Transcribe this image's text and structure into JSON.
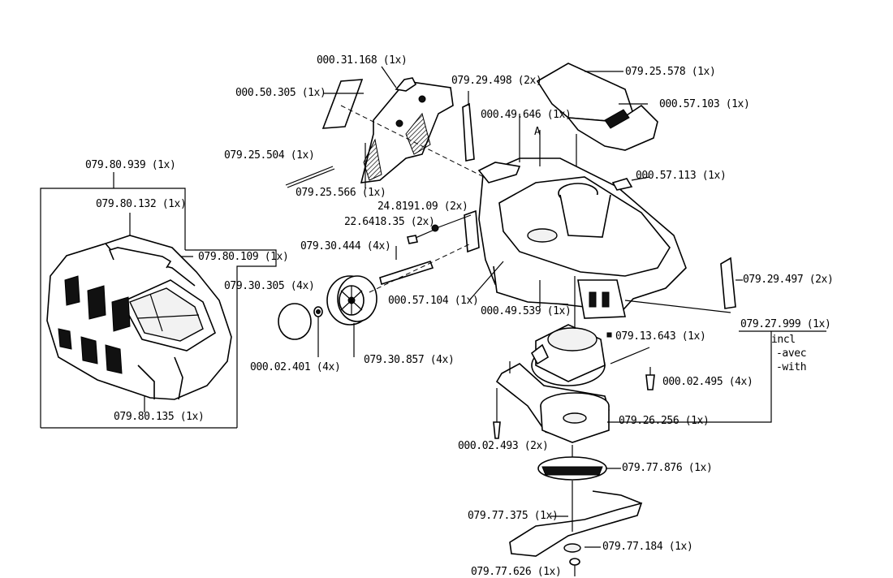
{
  "labels": {
    "l_000_31_168": "000.31.168 (1x)",
    "l_000_50_305": "000.50.305 (1x)",
    "l_079_29_498": "079.29.498 (2x)",
    "l_079_25_578": "079.25.578 (1x)",
    "l_000_57_103": "000.57.103 (1x)",
    "l_000_49_646": "000.49.646 (1x)",
    "l_marker_a": "A",
    "l_079_25_504": "079.25.504 (1x)",
    "l_079_80_939": "079.80.939 (1x)",
    "l_000_57_113": "000.57.113 (1x)",
    "l_079_25_566": "079.25.566 (1x)",
    "l_24_8191_09": "24.8191.09 (2x)",
    "l_079_80_132": "079.80.132 (1x)",
    "l_22_6418_35": "22.6418.35 (2x)",
    "l_079_30_444": "079.30.444 (4x)",
    "l_079_80_109": "079.80.109 (1x)",
    "l_079_30_305": "079.30.305 (4x)",
    "l_079_29_497": "079.29.497 (2x)",
    "l_000_57_104": "000.57.104 (1x)",
    "l_000_49_539": "000.49.539 (1x)",
    "l_079_27_999": "079.27.999 (1x)",
    "l_incl": "incl",
    "l_avec": "-avec",
    "l_with": "-with",
    "l_079_13_643": "079.13.643 (1x)",
    "l_000_02_401": "000.02.401 (4x)",
    "l_079_30_857": "079.30.857 (4x)",
    "l_000_02_495": "000.02.495 (4x)",
    "l_079_80_135": "079.80.135 (1x)",
    "l_079_26_256": "079.26.256 (1x)",
    "l_000_02_493": "000.02.493 (2x)",
    "l_079_77_876": "079.77.876 (1x)",
    "l_079_77_375": "079.77.375 (1x)",
    "l_079_77_184": "079.77.184 (1x)",
    "l_079_77_626": "079.77.626 (1x)"
  }
}
